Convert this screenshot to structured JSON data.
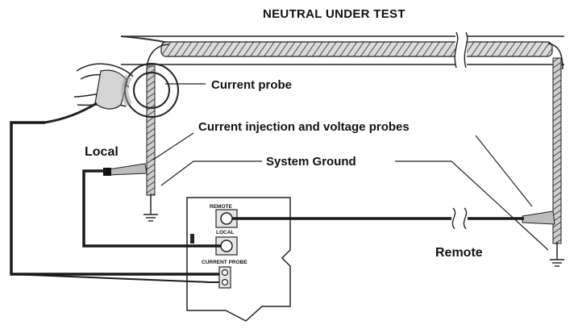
{
  "title": "NEUTRAL UNDER TEST",
  "labels": {
    "current_probe": "Current probe",
    "injection_probes": "Current injection and voltage probes",
    "system_ground": "System Ground",
    "local": "Local",
    "remote": "Remote"
  },
  "instrument": {
    "remote_jack": "REMOTE",
    "local_jack": "LOCAL",
    "current_probe_jack": "CURRENT PROBE"
  },
  "colors": {
    "ink": "#111111",
    "cable": "#1a1a1a",
    "hatch": "#666666"
  }
}
